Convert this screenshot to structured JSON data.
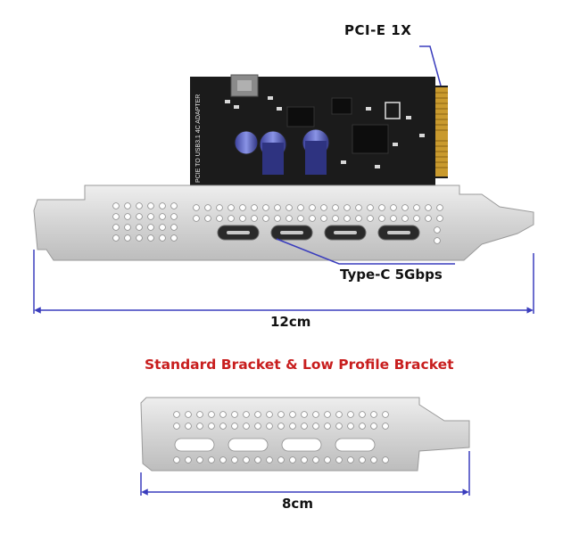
{
  "labels": {
    "interface": "PCI-E 1X",
    "ports": "Type-C 5Gbps",
    "full_length": "12cm",
    "bracket_title": "Standard Bracket & Low Profile Bracket",
    "low_profile_length": "8cm"
  },
  "pcb_print": "PCIE TO USB3.1 4C ADAPTER",
  "colors": {
    "accent_red": "#c81e1e",
    "dimension_line": "#3a3dbd",
    "bracket_metal": "#d6d6d6",
    "pcb": "#1b1b1b"
  },
  "counts": {
    "typec_ports": 4
  }
}
